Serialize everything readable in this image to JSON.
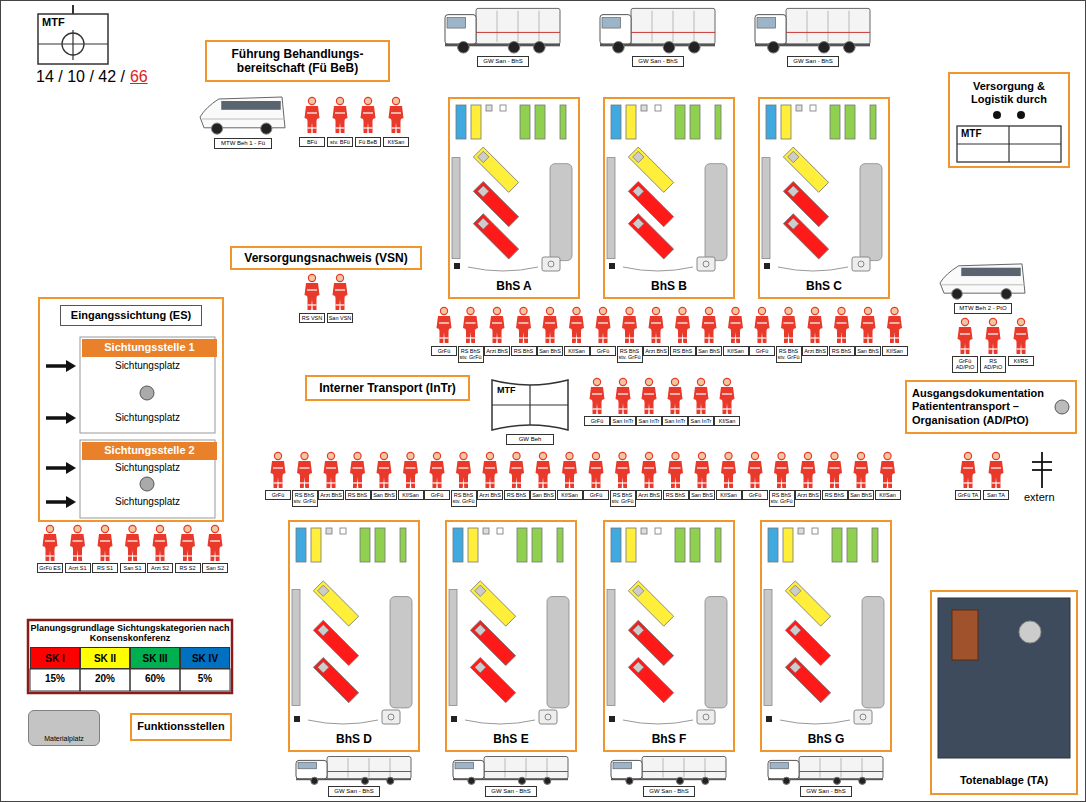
{
  "diagram": {
    "nodes": [
      {
        "text": [
          "Führung Behandlungs- bereitschaft (Fü BeB)"
        ]
      },
      {
        "text": [
          "BhS A"
        ]
      },
      {
        "text": [
          "BhS B"
        ]
      },
      {
        "text": [
          "BhS C"
        ]
      },
      {
        "text": [
          "Versorgung & Logistik durch"
        ]
      },
      {
        "text": [
          "Versorgungsnachweis (VSN)"
        ]
      },
      {
        "text": [
          "Eingangssichtung (ES)"
        ]
      },
      {
        "text": [
          "Sichtungsstelle 1"
        ],
        "in": 6
      },
      {
        "text": [
          "Sichtungsstelle 2"
        ],
        "in": 6
      },
      {
        "text": [
          "Interner Transport (InTr)"
        ]
      },
      {
        "text": [
          "Ausgangsdokumentation Patiententransport – Organisation (AD/PtO)"
        ]
      },
      {
        "text": [
          "BhS D"
        ]
      },
      {
        "text": [
          "BhS E"
        ]
      },
      {
        "text": [
          "BhS F"
        ]
      },
      {
        "text": [
          "BhS G"
        ]
      },
      {
        "text": [
          "Funktionsstellen"
        ]
      },
      {
        "text": [
          "Materialplatz"
        ]
      },
      {
        "text": [
          "Totenablage (TA)"
        ]
      }
    ],
    "labels": [
      "MTF",
      "14 / 10 / 42 /",
      "66",
      "GW San - BhS",
      "GW San - BhS",
      "GW San - BhS",
      "MTW Beh 1 - Fü",
      "BFü",
      "stv. BFü",
      "Fü BeB",
      "Kf/San",
      "MTF",
      "RS VSN",
      "San VSN",
      "GrFü",
      "RS BhS stv. GrFü",
      "Arzt BhS",
      "RS BhS",
      "San BhS",
      "Kf/San",
      "GrFü",
      "RS BhS stv. GrFü",
      "Arzt BhS",
      "RS BhS",
      "San BhS",
      "Kf/San",
      "GrFü",
      "RS BhS stv. GrFü",
      "Arzt BhS",
      "RS BhS",
      "San BhS",
      "Kf/San",
      "MTW Beh 2 - PtO",
      "GrFü AD/PtO",
      "RS AD/PtO",
      "Kf/RS",
      "Sichtungsplatz",
      "Sichtungsplatz",
      "Sichtungsplatz",
      "Sichtungsplatz",
      "GrFü ES",
      "Arzt S1",
      "RS S1",
      "San S1",
      "Arzt S2",
      "RS S2",
      "San S2",
      "MTF",
      "GW Beh",
      "GrFü",
      "San InTr",
      "San InTr",
      "San InTr",
      "San InTr",
      "Kf/San",
      "GrFü",
      "RS BhS stv. GrFü",
      "Arzt BhS",
      "RS BhS",
      "San BhS",
      "Kf/San",
      "GrFü",
      "RS BhS stv. GrFü",
      "Arzt BhS",
      "RS BhS",
      "San BhS",
      "Kf/San",
      "GrFü",
      "RS BhS stv. GrFü",
      "Arzt BhS",
      "RS BhS",
      "San BhS",
      "Kf/San",
      "GrFü",
      "RS BhS stv. GrFü",
      "Arzt BhS",
      "RS BhS",
      "San BhS",
      "Kf/San",
      "GrFü TA",
      "San TA",
      "extern",
      "Planungsgrundlage Sichtungskategorien nach Konsenskonferenz",
      "15%",
      "20%",
      "60%",
      "5%",
      "GW San - BhS",
      "GW San - BhS",
      "GW San - BhS",
      "GW San - BhS"
    ],
    "legend": [
      {
        "text": "SK I",
        "color": "#ff0000"
      },
      {
        "text": "SK II",
        "color": "#ffff00"
      },
      {
        "text": "SK III",
        "color": "#00b050"
      },
      {
        "text": "SK IV",
        "color": "#0070c0"
      }
    ]
  }
}
